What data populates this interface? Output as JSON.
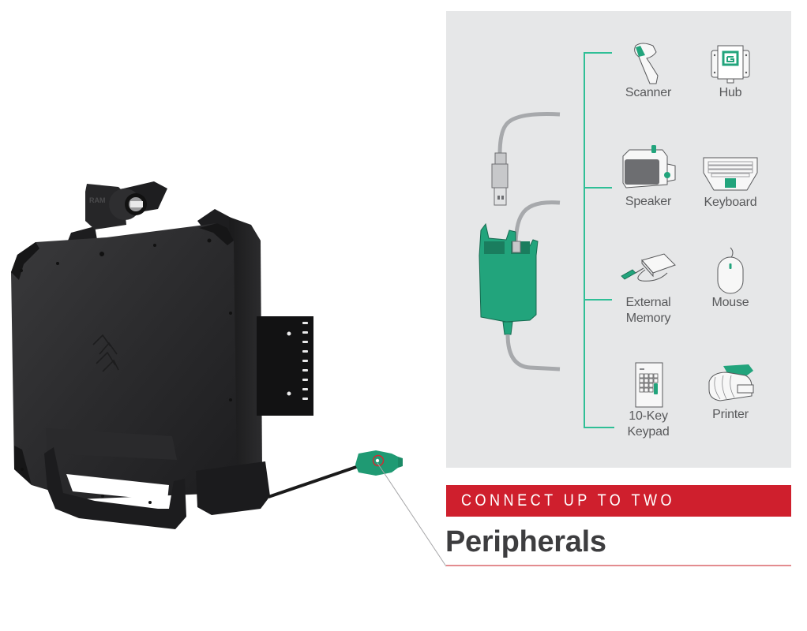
{
  "banner": {
    "text": "CONNECT UP TO TWO",
    "color": "#cf1f2d"
  },
  "heading": {
    "text": "Peripherals",
    "underline_color": "#e38c8f"
  },
  "panel": {
    "background": "#e6e7e8",
    "accent_color": "#22a47c",
    "devices": [
      {
        "label": "Scanner",
        "icon": "barcode-scanner-icon"
      },
      {
        "label": "Hub",
        "icon": "usb-hub-icon"
      },
      {
        "label": "Speaker",
        "icon": "speaker-icon"
      },
      {
        "label": "Keyboard",
        "icon": "keyboard-icon"
      },
      {
        "label": "External",
        "label2": "Memory",
        "icon": "external-drive-icon"
      },
      {
        "label": "Mouse",
        "icon": "mouse-icon"
      },
      {
        "label": "10-Key",
        "label2": "Keypad",
        "icon": "numeric-keypad-icon"
      },
      {
        "label": "Printer",
        "icon": "printer-icon"
      }
    ]
  },
  "product": {
    "brand_mark": "RAM",
    "connector_color": "#1f9a73"
  }
}
